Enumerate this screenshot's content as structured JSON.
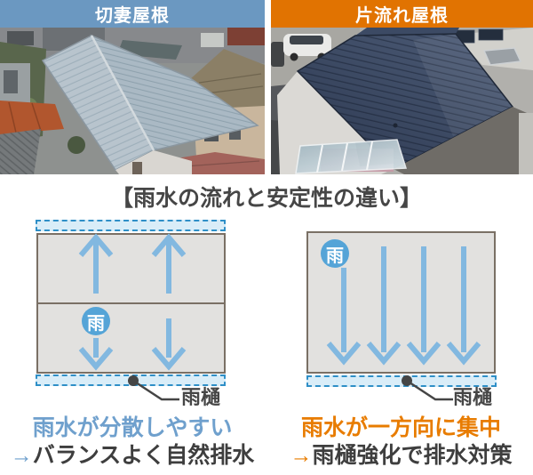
{
  "title": "【雨水の流れと安定性の違い】",
  "left": {
    "header": "切妻屋根",
    "rain_label": "雨",
    "gutter_label": "雨樋",
    "caption_line1": "雨水が分散しやすい",
    "caption_arrow": "→",
    "caption_line2": "バランスよく自然排水"
  },
  "right": {
    "header": "片流れ屋根",
    "rain_label": "雨",
    "gutter_label": "雨樋",
    "caption_line1": "雨水が一方向に集中",
    "caption_arrow": "→",
    "caption_line2": "雨樋強化で排水対策"
  },
  "colors": {
    "header_blue": "#6b98c1",
    "header_orange": "#e17301",
    "title_text": "#464646",
    "caption_text": "#3e3e3e",
    "text_blue": "#6fa0cd",
    "text_orange": "#e87c00",
    "arrow_blue": "#82b8e0",
    "rain_circle": "#55a4d7",
    "roof_fill": "#e2e1df",
    "roof_border": "#7a7065",
    "strip_fill": "#d9edf8",
    "strip_border": "#2e8fc7",
    "marker": "#454545"
  }
}
